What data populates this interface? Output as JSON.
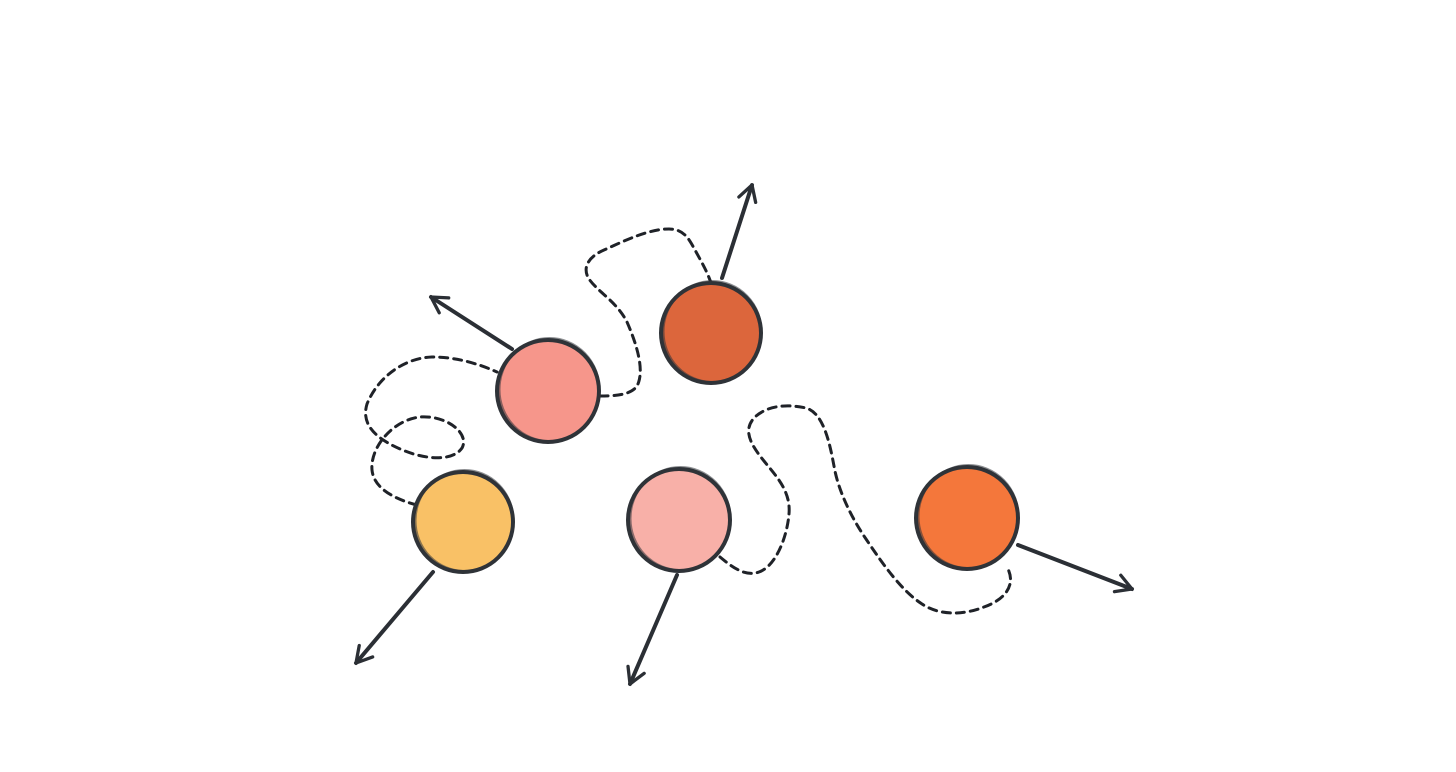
{
  "diagram": {
    "kind": "random-motion-particles",
    "background": "#ffffff",
    "stroke_color": "#2f3338",
    "path_style": "dashed",
    "particles": [
      {
        "id": "pink-particle-upper",
        "color": "#f6968b",
        "arrow_direction": "up-left"
      },
      {
        "id": "dark-orange-particle",
        "color": "#dc663c",
        "arrow_direction": "up-right"
      },
      {
        "id": "yellow-particle",
        "color": "#f9c166",
        "arrow_direction": "down-left"
      },
      {
        "id": "light-pink-particle",
        "color": "#f8b0a8",
        "arrow_direction": "down-left"
      },
      {
        "id": "orange-particle-right",
        "color": "#f4773b",
        "arrow_direction": "right-down"
      }
    ]
  }
}
